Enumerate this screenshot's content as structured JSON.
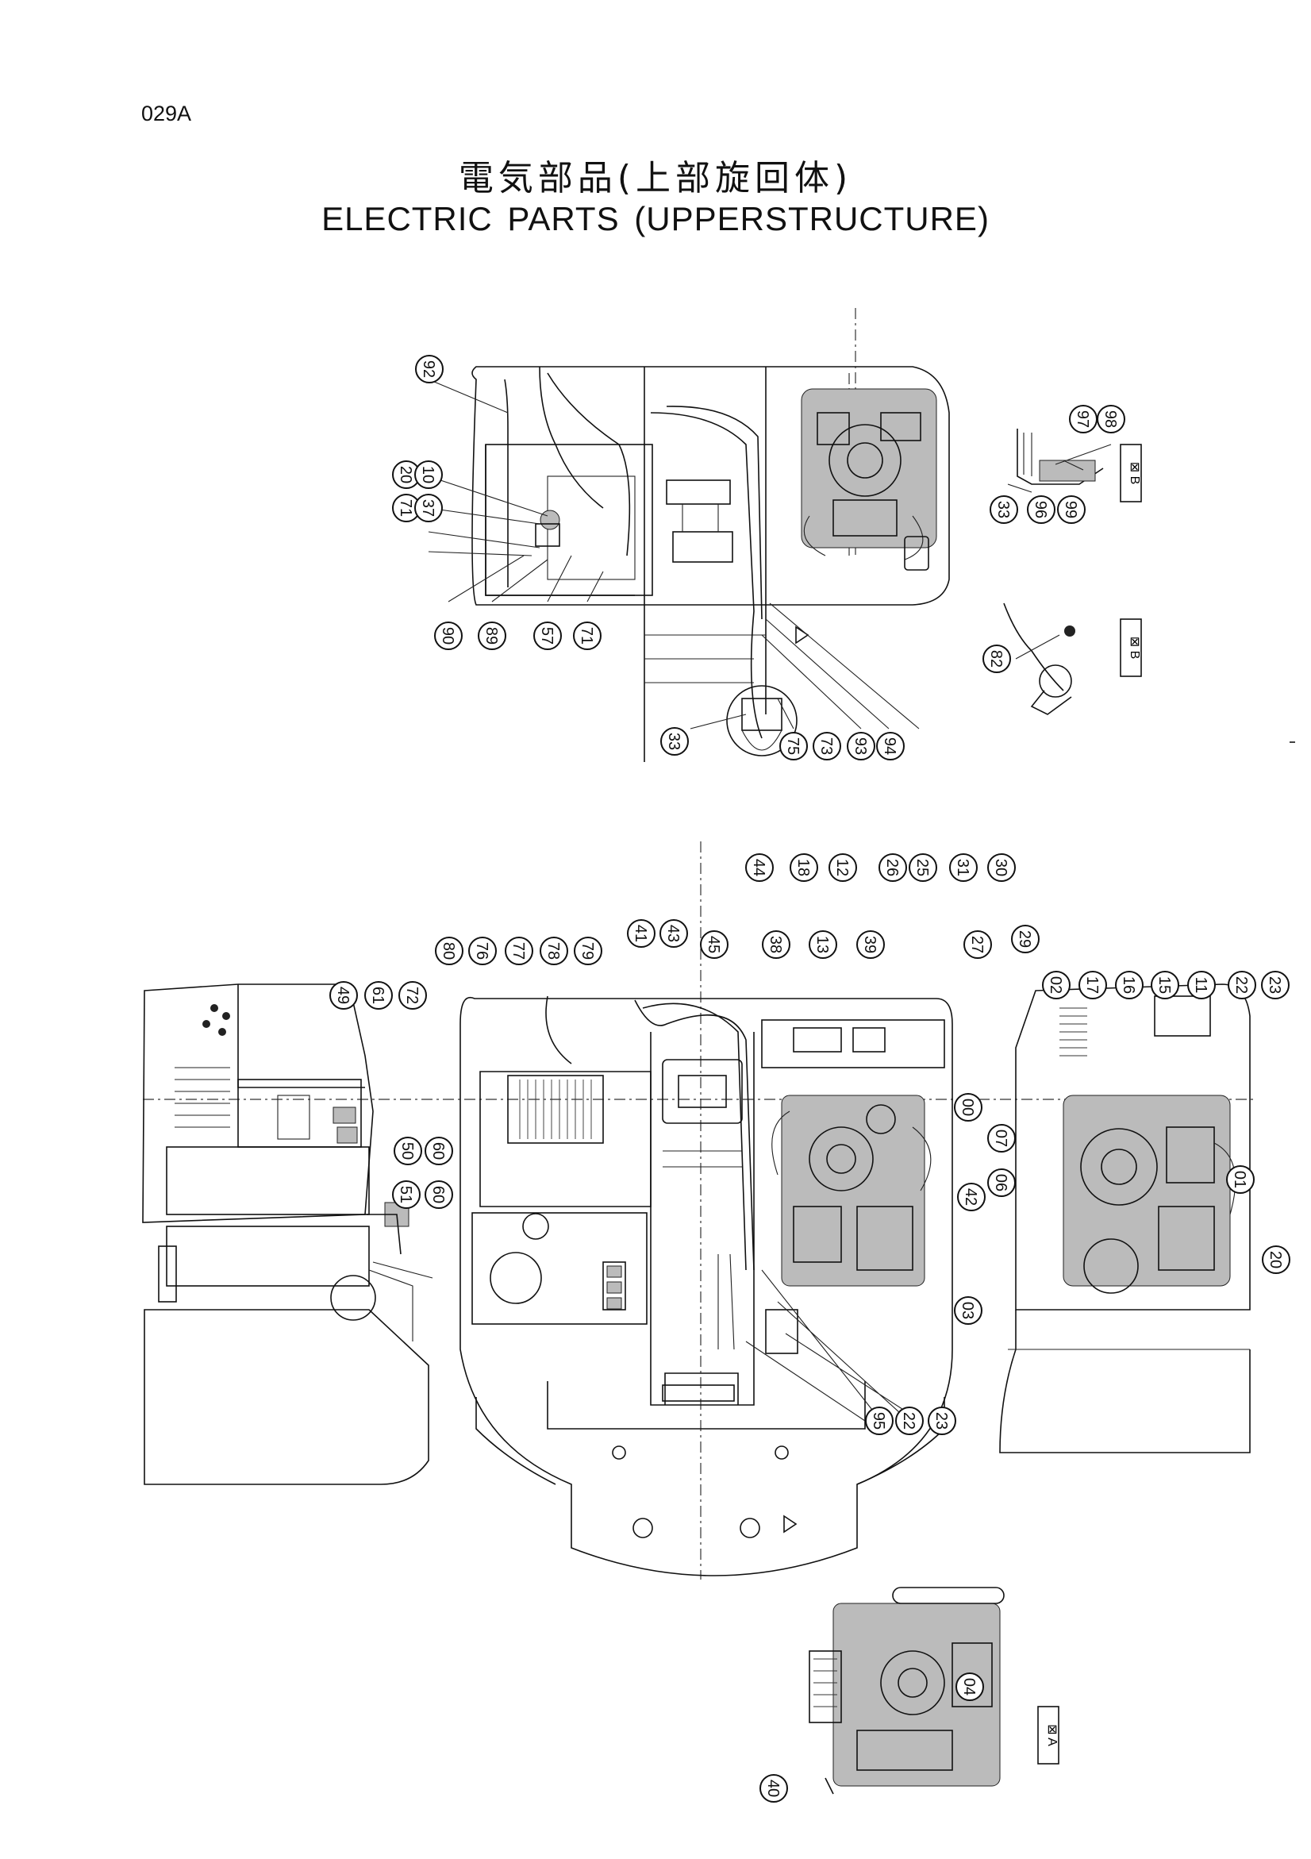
{
  "page_code": "029A",
  "title_jp": "電気部品(上部旋回体)",
  "title_en": "ELECTRIC   PARTS (UPPERSTRUCTURE)",
  "callouts": [
    {
      "id": "92",
      "label": "92"
    },
    {
      "id": "20-top",
      "label": "20"
    },
    {
      "id": "10",
      "label": "10"
    },
    {
      "id": "71-a",
      "label": "71"
    },
    {
      "id": "37",
      "label": "37"
    },
    {
      "id": "90",
      "label": "90"
    },
    {
      "id": "89",
      "label": "89"
    },
    {
      "id": "57",
      "label": "57"
    },
    {
      "id": "71-b",
      "label": "71"
    },
    {
      "id": "33-a",
      "label": "33"
    },
    {
      "id": "75",
      "label": "75"
    },
    {
      "id": "73",
      "label": "73"
    },
    {
      "id": "93",
      "label": "93"
    },
    {
      "id": "94",
      "label": "94"
    },
    {
      "id": "97",
      "label": "97"
    },
    {
      "id": "98",
      "label": "98"
    },
    {
      "id": "33-b",
      "label": "33"
    },
    {
      "id": "96",
      "label": "96"
    },
    {
      "id": "99",
      "label": "99"
    },
    {
      "id": "82",
      "label": "82"
    },
    {
      "id": "44",
      "label": "44"
    },
    {
      "id": "18",
      "label": "18"
    },
    {
      "id": "12",
      "label": "12"
    },
    {
      "id": "26",
      "label": "26"
    },
    {
      "id": "25",
      "label": "25"
    },
    {
      "id": "31",
      "label": "31"
    },
    {
      "id": "30",
      "label": "30"
    },
    {
      "id": "41",
      "label": "41"
    },
    {
      "id": "43",
      "label": "43"
    },
    {
      "id": "45",
      "label": "45"
    },
    {
      "id": "38",
      "label": "38"
    },
    {
      "id": "13",
      "label": "13"
    },
    {
      "id": "39",
      "label": "39"
    },
    {
      "id": "27",
      "label": "27"
    },
    {
      "id": "29",
      "label": "29"
    },
    {
      "id": "80",
      "label": "80"
    },
    {
      "id": "76",
      "label": "76"
    },
    {
      "id": "77",
      "label": "77"
    },
    {
      "id": "78",
      "label": "78"
    },
    {
      "id": "79",
      "label": "79"
    },
    {
      "id": "49",
      "label": "49"
    },
    {
      "id": "61",
      "label": "61"
    },
    {
      "id": "72",
      "label": "72"
    },
    {
      "id": "50",
      "label": "50"
    },
    {
      "id": "60-a",
      "label": "60"
    },
    {
      "id": "51",
      "label": "51"
    },
    {
      "id": "60-b",
      "label": "60"
    },
    {
      "id": "02",
      "label": "02"
    },
    {
      "id": "17",
      "label": "17"
    },
    {
      "id": "16",
      "label": "16"
    },
    {
      "id": "15",
      "label": "15"
    },
    {
      "id": "11",
      "label": "11"
    },
    {
      "id": "22-top",
      "label": "22"
    },
    {
      "id": "23-top",
      "label": "23"
    },
    {
      "id": "00",
      "label": "00"
    },
    {
      "id": "42",
      "label": "42"
    },
    {
      "id": "07",
      "label": "07"
    },
    {
      "id": "06",
      "label": "06"
    },
    {
      "id": "01",
      "label": "01"
    },
    {
      "id": "20-right",
      "label": "20"
    },
    {
      "id": "03",
      "label": "03"
    },
    {
      "id": "95",
      "label": "95"
    },
    {
      "id": "22-bot",
      "label": "22"
    },
    {
      "id": "23-bot",
      "label": "23"
    },
    {
      "id": "04",
      "label": "04"
    },
    {
      "id": "40",
      "label": "40"
    }
  ],
  "view_labels": [
    {
      "id": "view-b1",
      "label": "⊠ B"
    },
    {
      "id": "view-b2",
      "label": "⊠ B"
    },
    {
      "id": "view-a",
      "label": "⊠ A"
    }
  ]
}
